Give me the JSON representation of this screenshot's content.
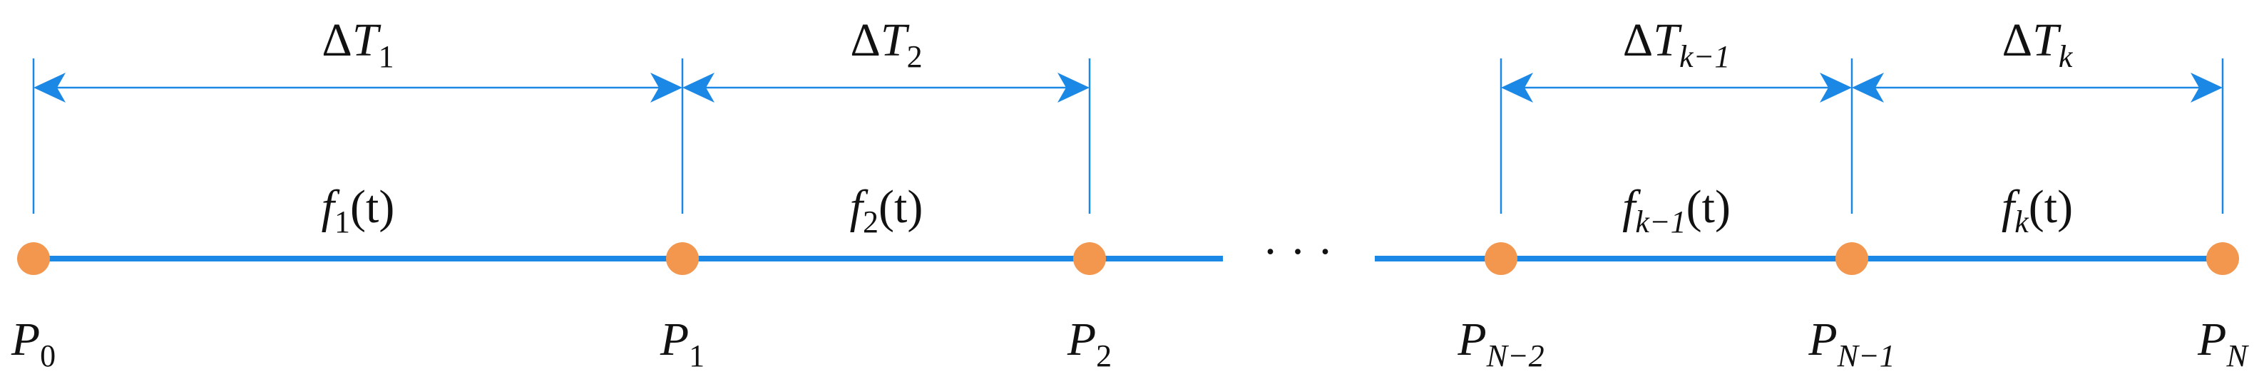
{
  "colors": {
    "line": "#1b88e6",
    "point": "#f3974f",
    "text": "#111111"
  },
  "points": [
    {
      "base": "P",
      "sub": "0"
    },
    {
      "base": "P",
      "sub": "1"
    },
    {
      "base": "P",
      "sub": "2"
    },
    {
      "base": "P",
      "sub": "N−2"
    },
    {
      "base": "P",
      "sub": "N−1"
    },
    {
      "base": "P",
      "sub": "N"
    }
  ],
  "segments": [
    {
      "base": "f",
      "sub": "1",
      "arg": "(t)"
    },
    {
      "base": "f",
      "sub": "2",
      "arg": "(t)"
    },
    {
      "base": "f",
      "sub": "k−1",
      "arg": "(t)"
    },
    {
      "base": "f",
      "sub": "k",
      "arg": "(t)"
    }
  ],
  "intervals": [
    {
      "delta": "Δ",
      "base": "T",
      "sub": "1"
    },
    {
      "delta": "Δ",
      "base": "T",
      "sub": "2"
    },
    {
      "delta": "Δ",
      "base": "T",
      "sub": "k−1"
    },
    {
      "delta": "Δ",
      "base": "T",
      "sub": "k"
    }
  ],
  "gap": {
    "text": "· · ·"
  }
}
